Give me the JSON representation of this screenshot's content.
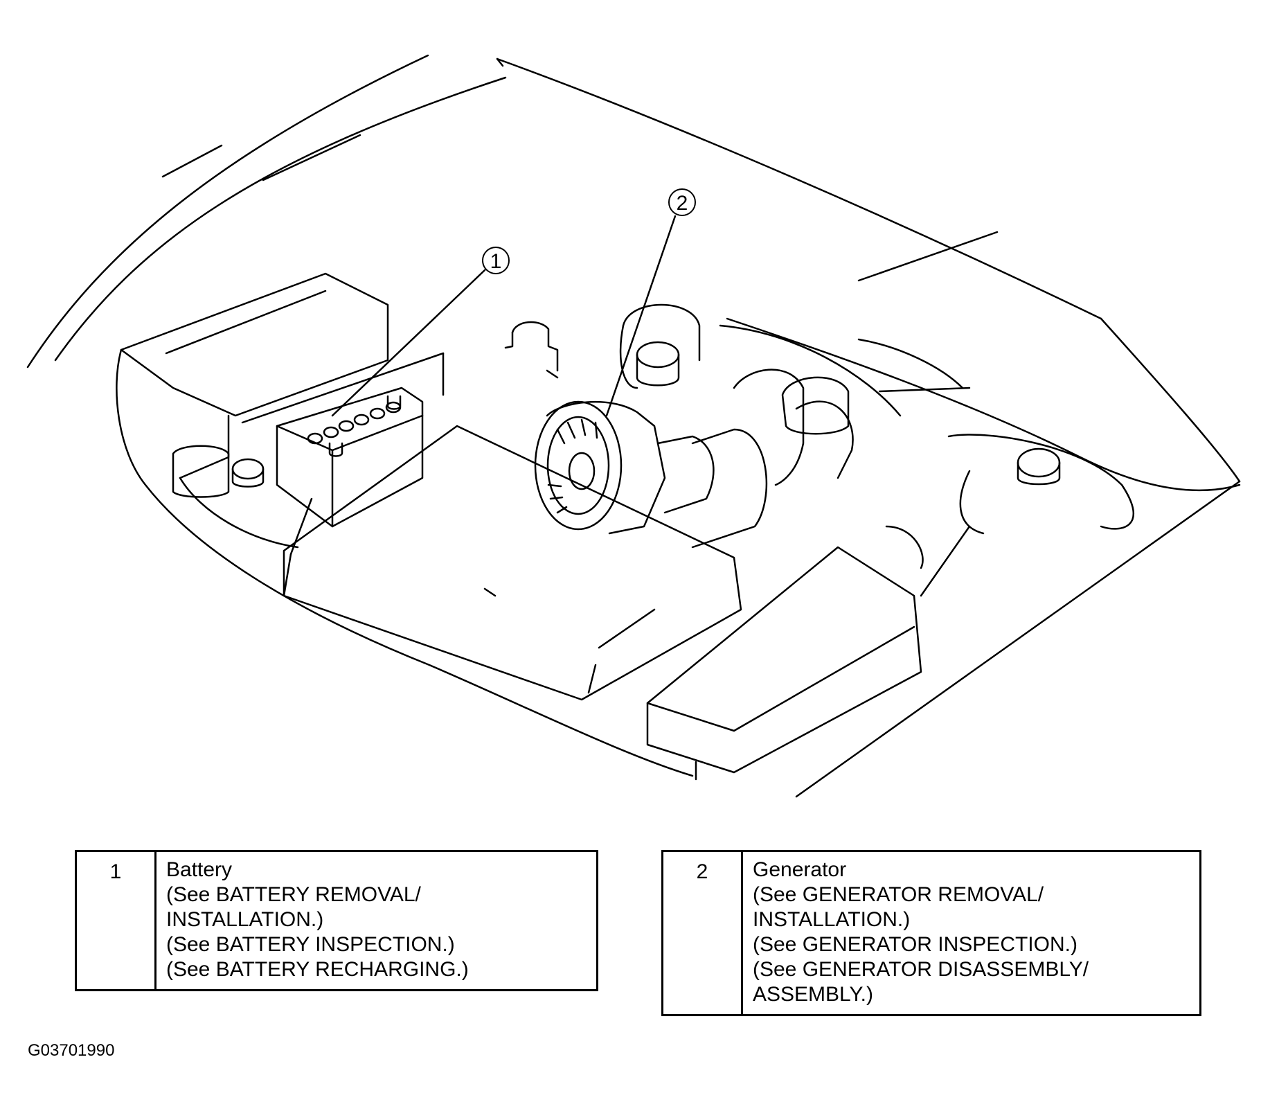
{
  "callouts": [
    {
      "number": "1"
    },
    {
      "number": "2"
    }
  ],
  "legend": [
    {
      "number": "1",
      "title": "Battery",
      "lines": [
        "(See BATTERY REMOVAL/",
        "INSTALLATION.)",
        "(See BATTERY INSPECTION.)",
        "(See BATTERY RECHARGING.)"
      ]
    },
    {
      "number": "2",
      "title": "Generator",
      "lines": [
        "(See GENERATOR REMOVAL/",
        "INSTALLATION.)",
        "(See GENERATOR INSPECTION.)",
        "(See GENERATOR DISASSEMBLY/",
        "ASSEMBLY.)"
      ]
    }
  ],
  "figure_id": "G03701990",
  "colors": {
    "ink": "#000000",
    "paper": "#ffffff"
  }
}
